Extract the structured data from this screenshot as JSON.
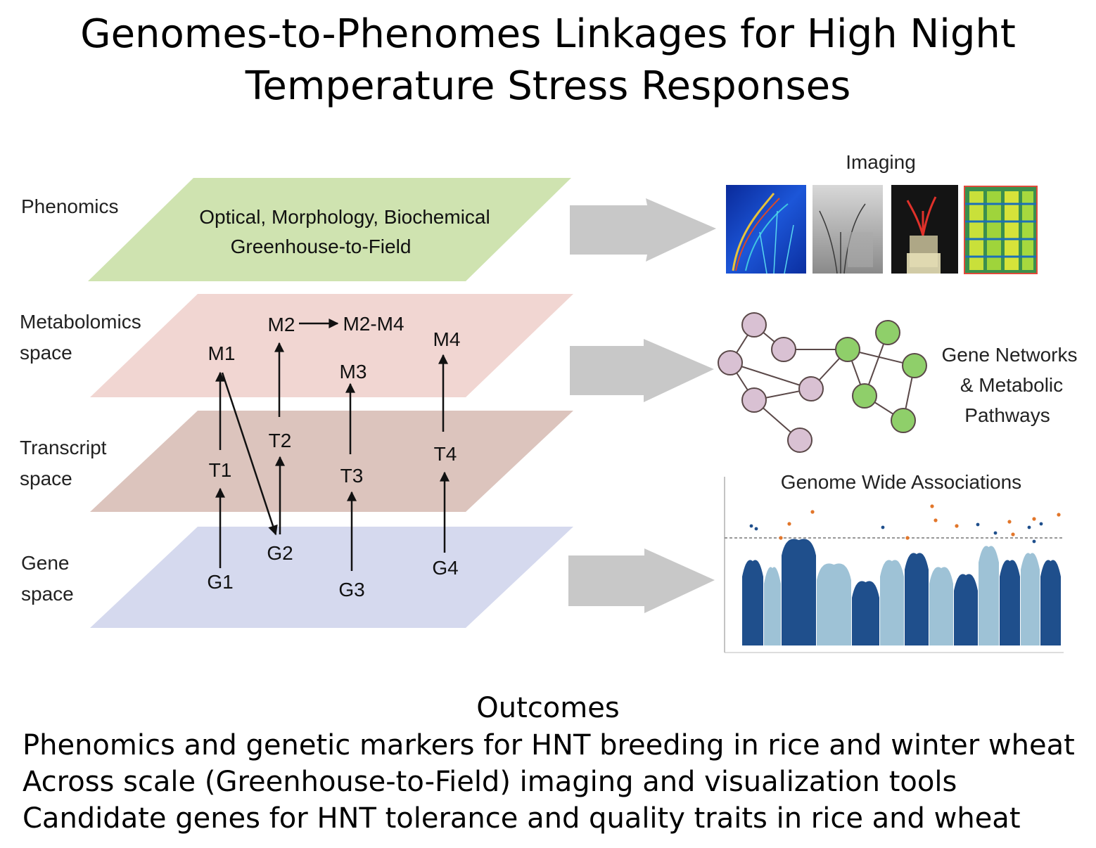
{
  "title": {
    "line1": "Genomes-to-Phenomes Linkages for High Night",
    "line2": "Temperature Stress Responses"
  },
  "layers": {
    "phenomics": {
      "label": "Phenomics",
      "line1": "Optical, Morphology, Biochemical",
      "line2": "Greenhouse-to-Field",
      "color": "#cfe3b0"
    },
    "metabolomics": {
      "label1": "Metabolomics",
      "label2": "space",
      "color": "#f1d6d2"
    },
    "transcript": {
      "label1": "Transcript",
      "label2": "space",
      "color": "#dcc4bd"
    },
    "gene": {
      "label1": "Gene",
      "label2": "space",
      "color": "#d5d9ee"
    }
  },
  "nodes": {
    "m1": "M1",
    "m2": "M2",
    "m2m4": "M2-M4",
    "m3": "M3",
    "m4": "M4",
    "t1": "T1",
    "t2": "T2",
    "t3": "T3",
    "t4": "T4",
    "g1": "G1",
    "g2": "G2",
    "g3": "G3",
    "g4": "G4"
  },
  "panels": {
    "imaging": "Imaging",
    "networks": {
      "line1": "Gene Networks",
      "line2": "& Metabolic",
      "line3": "Pathways"
    },
    "gwas": "Genome Wide Associations"
  },
  "colors": {
    "arrow_gray": "#c8c8c8",
    "network_pink": "#d9c1d3",
    "network_green": "#8fcf6a",
    "gwas_dark": "#1f4f8c",
    "gwas_light": "#9ec2d6",
    "gwas_hit": "#e2762a"
  },
  "outcomes": {
    "heading": "Outcomes",
    "items": [
      "Phenomics and genetic markers for HNT breeding in rice and winter wheat",
      "Across scale (Greenhouse-to-Field) imaging and visualization tools",
      "Candidate genes for HNT tolerance and quality traits in rice and wheat"
    ]
  }
}
